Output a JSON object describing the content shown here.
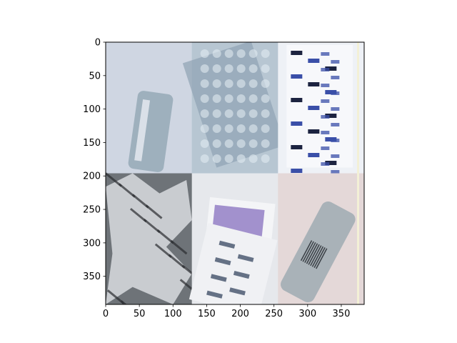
{
  "chart_data": {
    "type": "image",
    "title": "",
    "xlabel": "",
    "ylabel": "",
    "xlim": [
      0,
      384
    ],
    "ylim": [
      392,
      0
    ],
    "y_inverted": true,
    "grid": false,
    "xticks": [
      0,
      50,
      100,
      150,
      200,
      250,
      300,
      350
    ],
    "yticks": [
      0,
      50,
      100,
      150,
      200,
      250,
      300,
      350
    ],
    "image_grid": {
      "rows": 2,
      "cols": 3,
      "cell_width": 128,
      "cell_height": 196
    },
    "panels": [
      {
        "id": "glass-bottle",
        "row": 0,
        "col": 0,
        "depicts": "glass bottle on light background",
        "colors": {
          "bg": "#cfd6e2",
          "obj": "#9eb0bd",
          "accent": "#e8ecf2"
        }
      },
      {
        "id": "bubble-wrap",
        "row": 0,
        "col": 1,
        "depicts": "crumpled bubble wrap",
        "colors": {
          "bg": "#b7c6d2",
          "obj": "#8fa3b4",
          "accent": "#e6eef4"
        }
      },
      {
        "id": "printed-paper",
        "row": 0,
        "col": 2,
        "depicts": "printed paper with blue and black text",
        "colors": {
          "bg": "#eef1f6",
          "obj": "#3a4fa8",
          "accent": "#1c2340"
        }
      },
      {
        "id": "aluminum-foil",
        "row": 1,
        "col": 0,
        "depicts": "crumpled aluminum foil",
        "colors": {
          "bg": "#6e7378",
          "obj": "#c9ccd0",
          "accent": "#2a2c30"
        }
      },
      {
        "id": "folded-magazine",
        "row": 1,
        "col": 1,
        "depicts": "folded printed magazine pages",
        "colors": {
          "bg": "#e6e8ec",
          "obj": "#6a4fb0",
          "accent": "#2a3a55"
        }
      },
      {
        "id": "plastic-bottle",
        "row": 1,
        "col": 2,
        "depicts": "clear plastic bottle with barcode label",
        "colors": {
          "bg": "#e4d8d8",
          "obj": "#a9b2b8",
          "accent": "#3b4046"
        }
      }
    ]
  }
}
